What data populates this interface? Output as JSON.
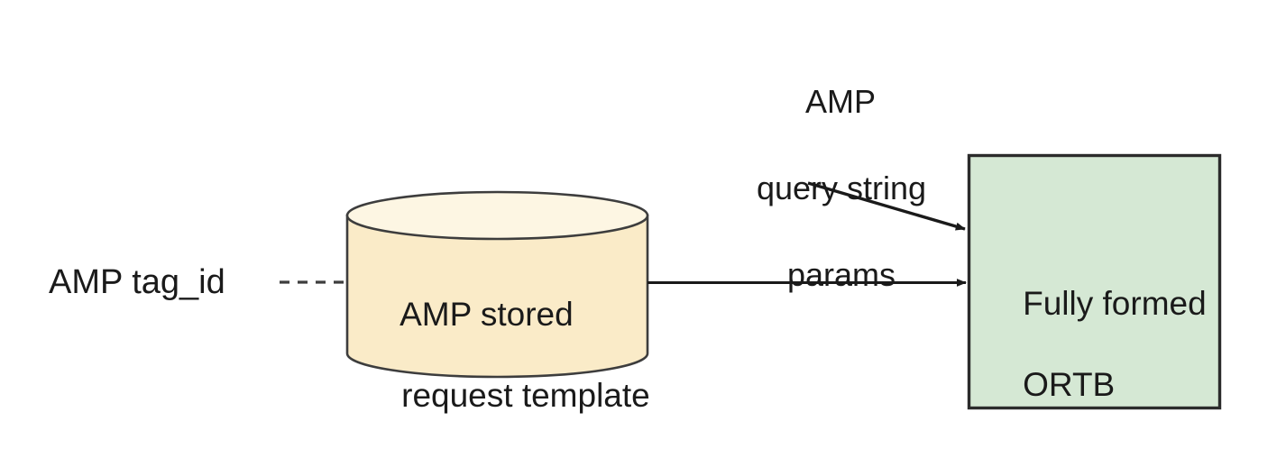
{
  "diagram": {
    "title": "AMP stored request to fully formed ORTB flow",
    "background_color": "#ffffff",
    "nodes": {
      "input_label": {
        "text": "AMP tag_id",
        "shape": "text",
        "text_color": "#1a1a1a"
      },
      "datastore": {
        "line1": "AMP stored",
        "line2": "request template",
        "shape": "cylinder",
        "fill_color": "#faebc8",
        "top_fill_color": "#fdf6e3",
        "stroke_color": "#3d3d3d",
        "text_color": "#1a1a1a"
      },
      "annotation": {
        "line1": "AMP",
        "line2": "query string",
        "line3": "params",
        "shape": "text",
        "text_color": "#1a1a1a"
      },
      "output_box": {
        "line1": "Fully formed",
        "line2": "ORTB",
        "shape": "rectangle",
        "fill_color": "#d5e8d4",
        "stroke_color": "#2b2b2b",
        "text_color": "#1a1a1a"
      }
    },
    "edges": [
      {
        "name": "tag-id-to-datastore",
        "style": "dashed",
        "arrowhead": "none",
        "stroke_color": "#3d3d3d",
        "from": "input_label",
        "to": "datastore"
      },
      {
        "name": "datastore-to-output",
        "style": "solid",
        "arrowhead": "filled",
        "stroke_color": "#1a1a1a",
        "from": "datastore",
        "to": "output_box"
      },
      {
        "name": "params-to-output",
        "style": "solid",
        "arrowhead": "filled",
        "stroke_color": "#1a1a1a",
        "from": "annotation",
        "to": "output_box"
      }
    ]
  }
}
